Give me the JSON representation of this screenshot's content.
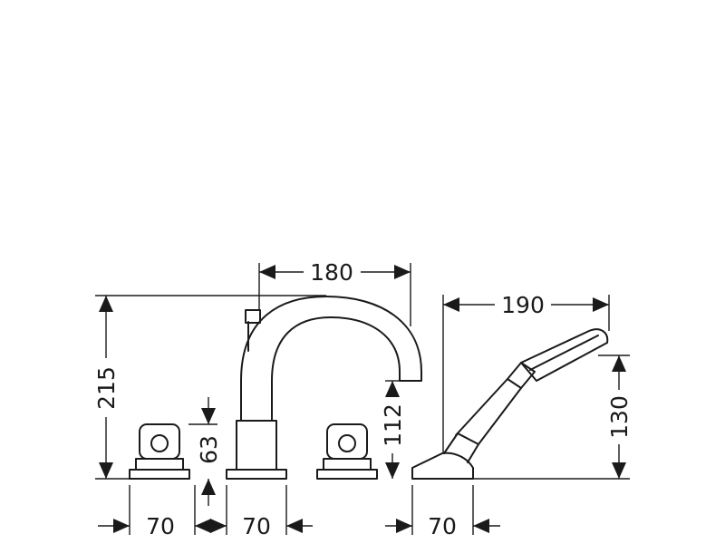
{
  "dimensions": {
    "spout_reach": "180",
    "handshower_reach": "190",
    "total_height": "215",
    "handle_height": "63",
    "spout_outlet_height": "112",
    "handshower_height": "130",
    "spacing_left": "70",
    "spacing_middle": "70",
    "spacing_right": "70"
  },
  "colors": {
    "ink": "#1a1a1a",
    "background": "#ffffff"
  }
}
